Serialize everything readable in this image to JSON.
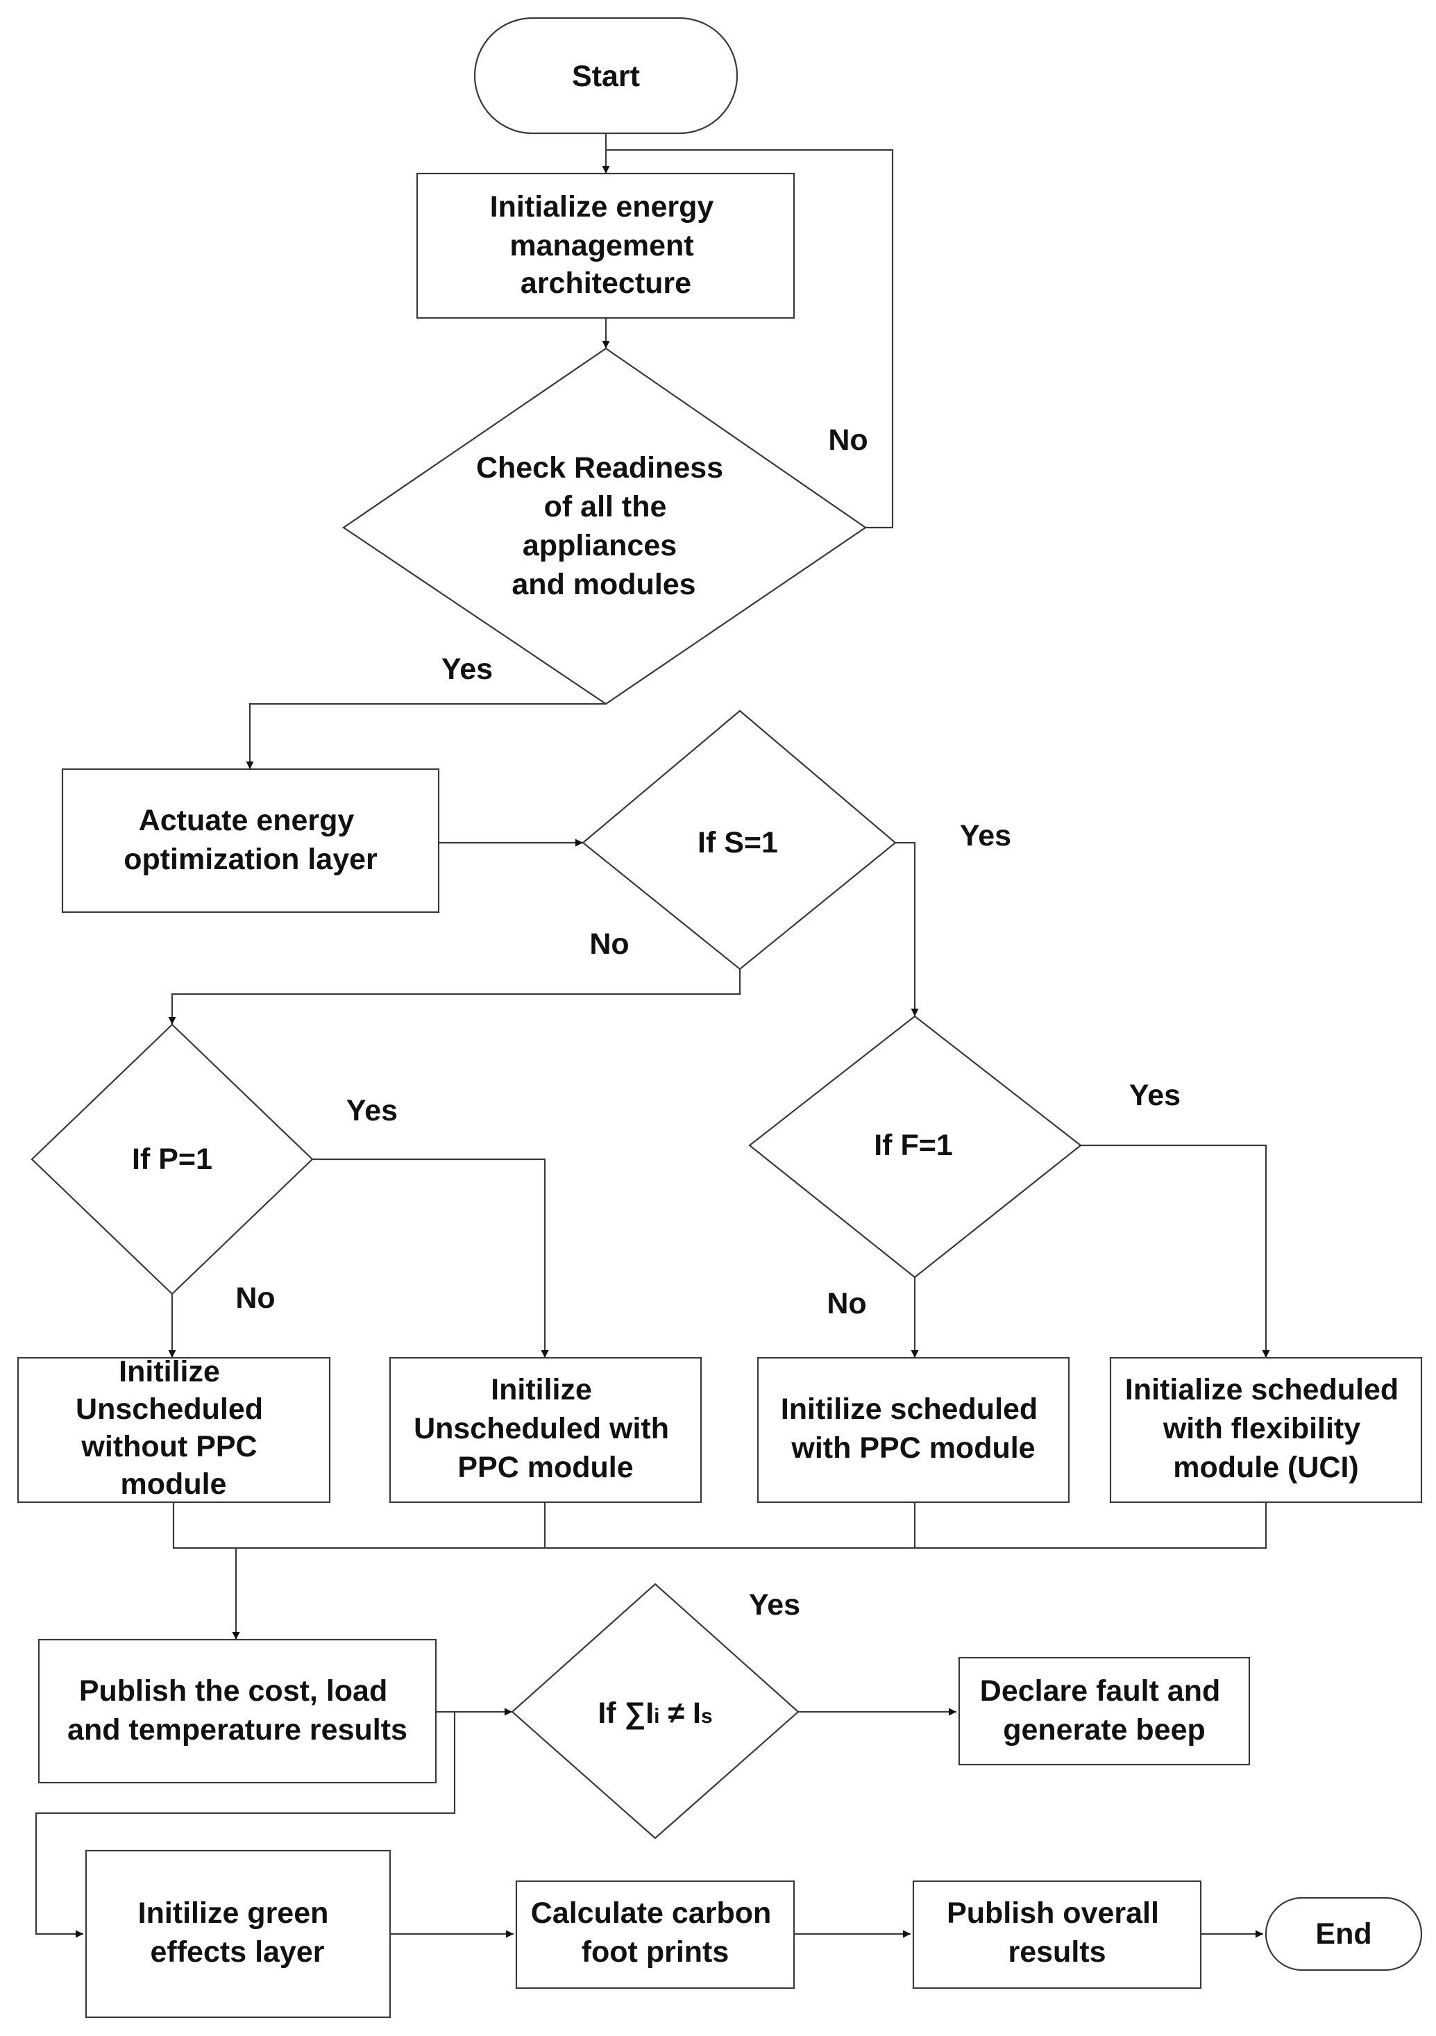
{
  "nodes": {
    "start": "Start",
    "init_arch": [
      "Initialize energy",
      "management",
      "architecture"
    ],
    "check_ready": [
      "Check Readiness",
      "of all the",
      "appliances",
      "and modules"
    ],
    "actuate": [
      "Actuate energy",
      "optimization layer"
    ],
    "if_s": "If S=1",
    "if_p": "If P=1",
    "if_f": "If F=1",
    "unsched_wo_ppc": [
      "Initilize",
      "Unscheduled",
      "without PPC",
      "module"
    ],
    "unsched_w_ppc": [
      "Initilize",
      "Unscheduled with",
      "PPC module"
    ],
    "sched_w_ppc": [
      "Initilize scheduled",
      "with PPC module"
    ],
    "sched_flex": [
      "Initialize scheduled",
      "with flexibility",
      "module (UCI)"
    ],
    "publish_results": [
      "Publish the cost, load",
      "and  temperature results"
    ],
    "if_sum": {
      "prefix": "If ∑I",
      "sub_i": "i",
      "neq": " ≠ I",
      "sub_s": "s"
    },
    "declare_fault": [
      "Declare fault and",
      "generate beep"
    ],
    "green": [
      "Initilize green",
      "effects layer"
    ],
    "carbon": [
      "Calculate carbon",
      "foot prints"
    ],
    "publish_overall": [
      "Publish overall",
      "results"
    ],
    "end": "End"
  },
  "edge_labels": {
    "ready_no": "No",
    "ready_yes": "Yes",
    "s_yes": "Yes",
    "s_no": "No",
    "p_yes": "Yes",
    "p_no": "No",
    "f_yes": "Yes",
    "f_no": "No",
    "sum_yes": "Yes"
  }
}
